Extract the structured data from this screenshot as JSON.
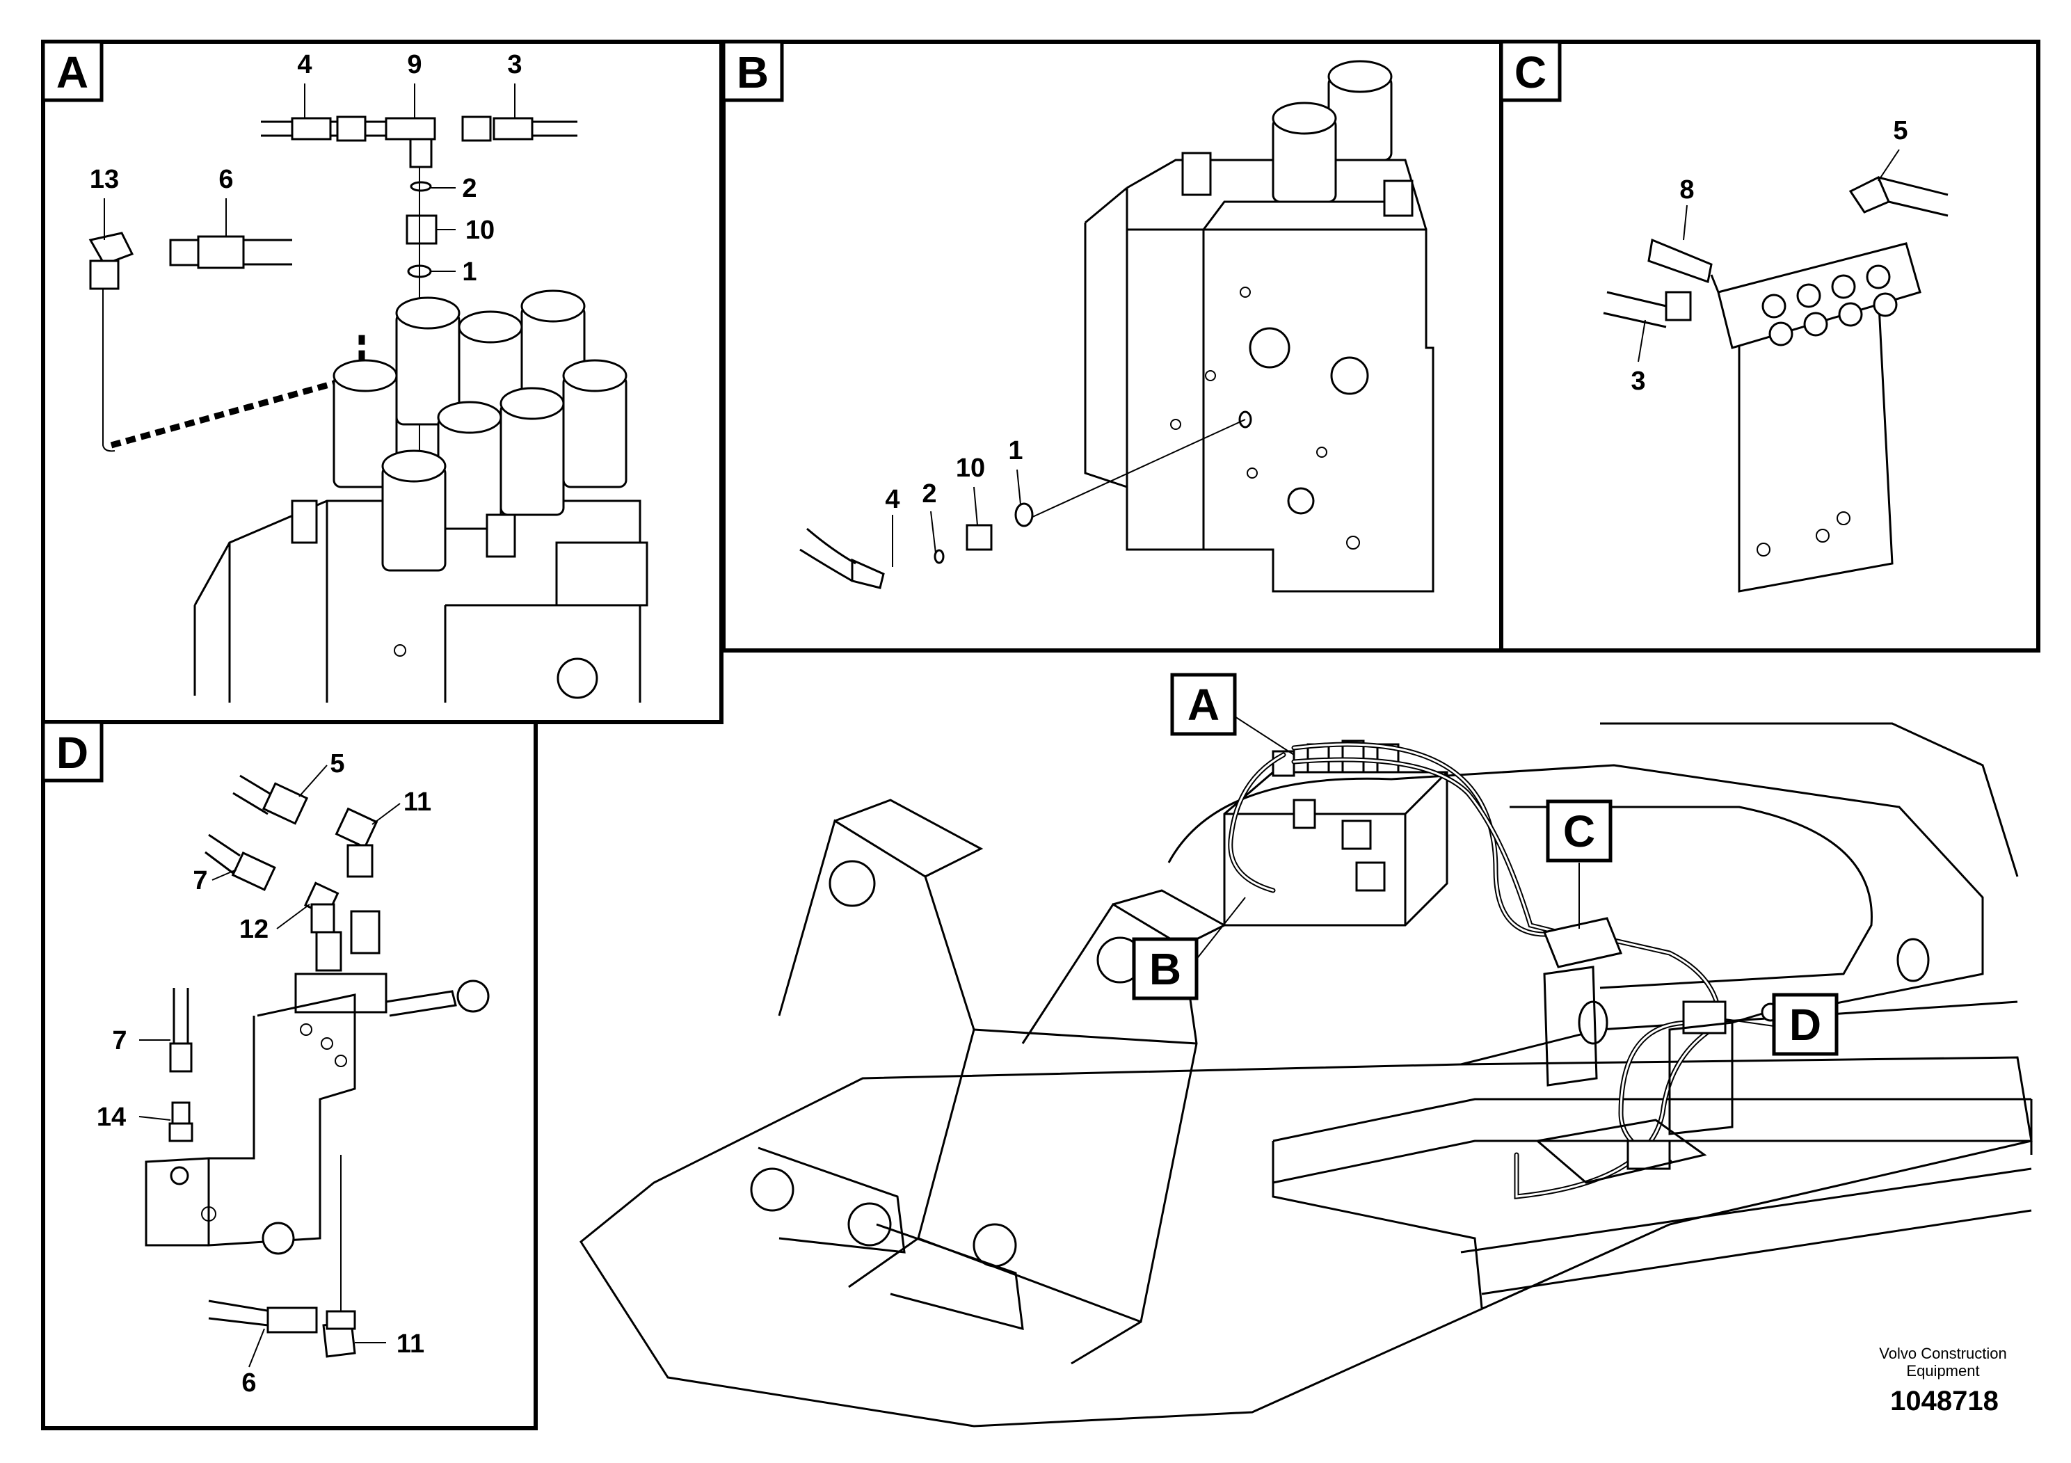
{
  "panels": {
    "A": {
      "letter": "A",
      "callouts": [
        "4",
        "9",
        "3",
        "2",
        "10",
        "1",
        "13",
        "6"
      ]
    },
    "B": {
      "letter": "B",
      "callouts": [
        "4",
        "2",
        "10",
        "1"
      ]
    },
    "C": {
      "letter": "C",
      "callouts": [
        "5",
        "8",
        "3"
      ]
    },
    "D": {
      "letter": "D",
      "callouts": [
        "5",
        "11",
        "7",
        "12",
        "7",
        "14",
        "6",
        "11"
      ]
    }
  },
  "overview_labels": [
    "A",
    "B",
    "C",
    "D"
  ],
  "footer": {
    "company_line1": "Volvo Construction",
    "company_line2": "Equipment",
    "drawing_number": "1048718"
  }
}
